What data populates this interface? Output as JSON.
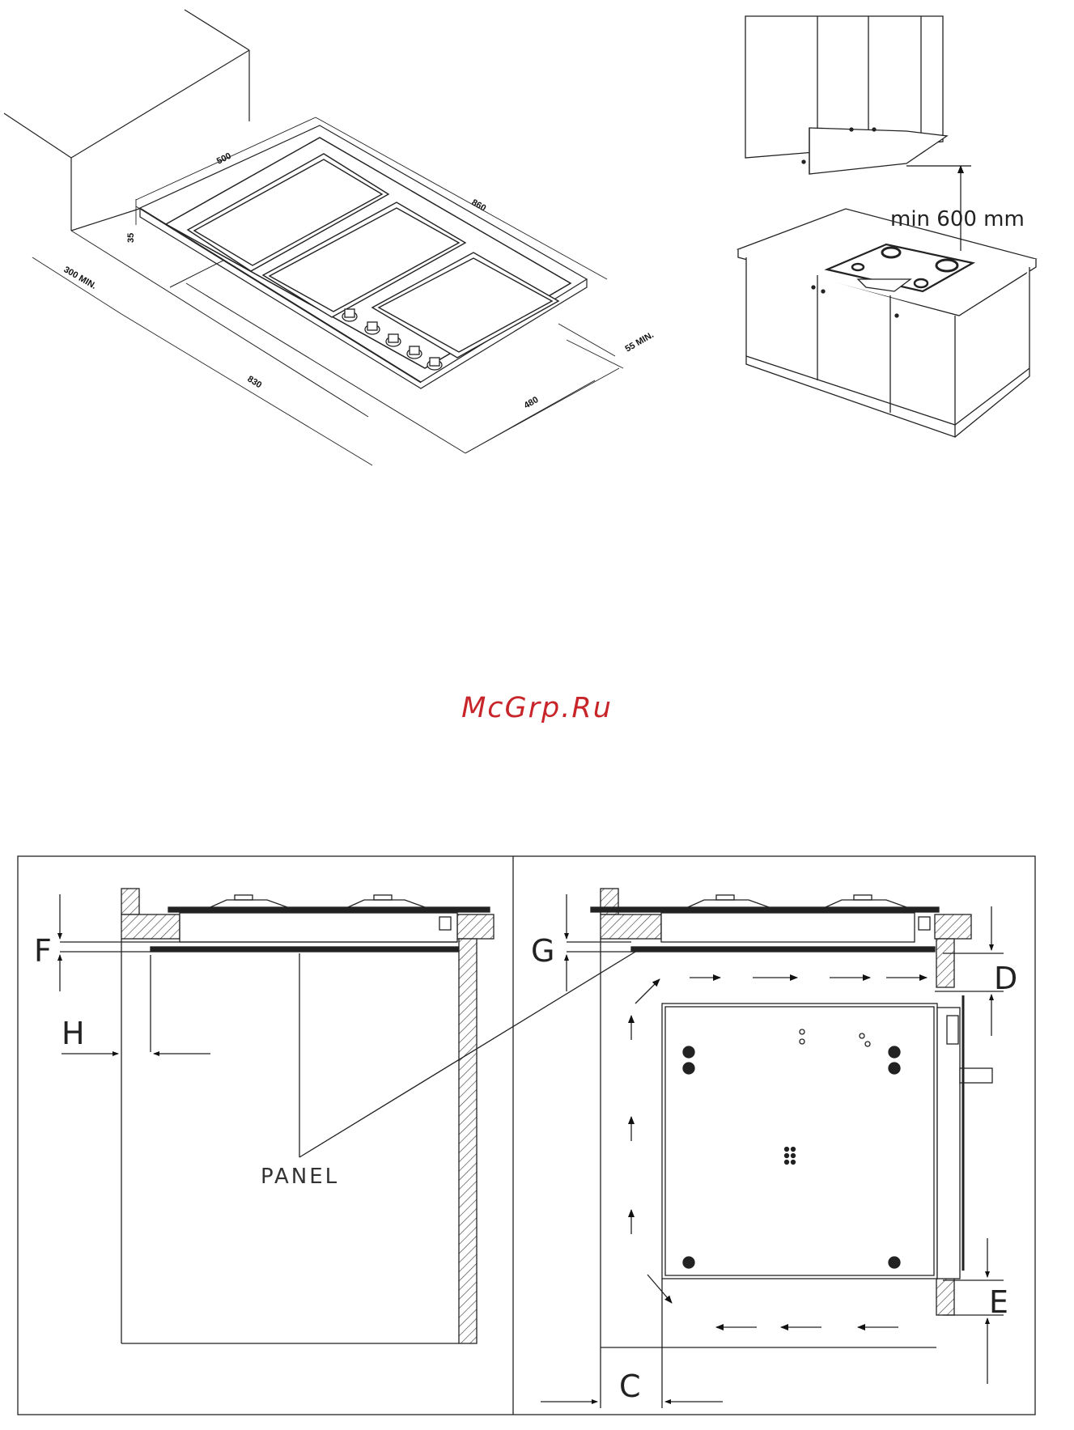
{
  "top_left_drawing": {
    "dim_width": "860",
    "dim_depth": "500",
    "dim_height": "35",
    "dim_rear_clearance": "300 MIN.",
    "dim_cutout_width": "830",
    "dim_cutout_depth": "480",
    "dim_front_clearance": "55 MIN."
  },
  "top_right_drawing": {
    "hood_clearance": "min 600 mm"
  },
  "watermark": "McGrp.Ru",
  "bottom_drawing": {
    "label_f": "F",
    "label_g": "G",
    "label_h": "H",
    "label_d": "D",
    "label_e": "E",
    "label_c": "C",
    "label_panel": "PANEL"
  }
}
